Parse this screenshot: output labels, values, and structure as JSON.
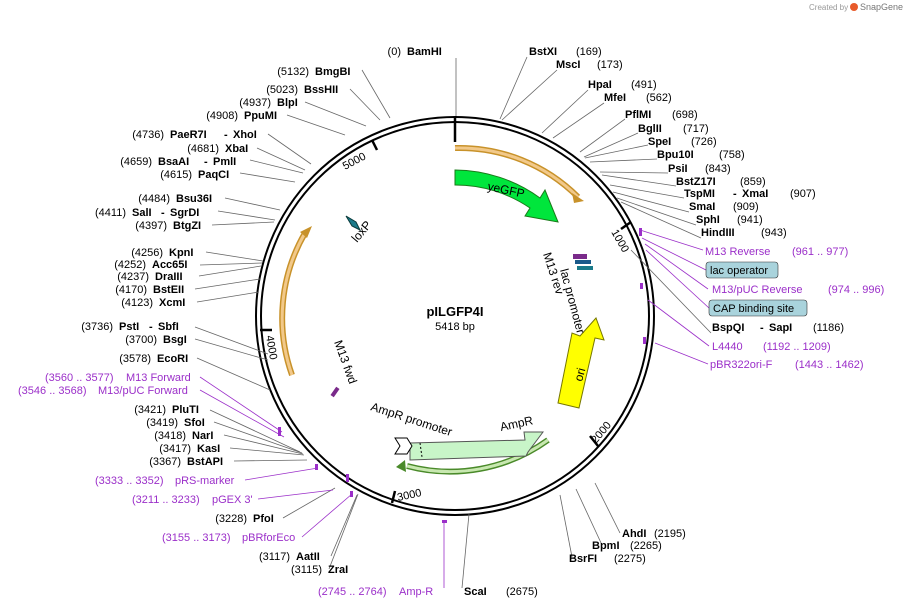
{
  "header": {
    "created_by": "Created by",
    "brand": "SnapGene"
  },
  "plasmid": {
    "name": "pILGFP4I",
    "size": "5418 bp"
  },
  "ticks": [
    "1000",
    "2000",
    "3000",
    "4000",
    "5000"
  ],
  "inner_features": [
    "yeGFP",
    "loxP",
    "M13 rev",
    "lac promoter",
    "ori",
    "M13 fwd",
    "AmpR",
    "AmpR promoter"
  ],
  "sites_right": [
    {
      "name": "BstXI",
      "pos": "(169)"
    },
    {
      "name": "MscI",
      "pos": "(173)"
    },
    {
      "name": "HpaI",
      "pos": "(491)"
    },
    {
      "name": "MfeI",
      "pos": "(562)"
    },
    {
      "name": "PflMI",
      "pos": "(698)"
    },
    {
      "name": "BglII",
      "pos": "(717)"
    },
    {
      "name": "SpeI",
      "pos": "(726)"
    },
    {
      "name": "Bpu10I",
      "pos": "(758)"
    },
    {
      "name": "PsiI",
      "pos": "(843)"
    },
    {
      "name": "BstZ17I",
      "pos": "(859)"
    },
    {
      "name": "TspMI",
      "name2": "XmaI",
      "pos": "(907)"
    },
    {
      "name": "SmaI",
      "pos": "(909)"
    },
    {
      "name": "SphI",
      "pos": "(941)"
    },
    {
      "name": "HindIII",
      "pos": "(943)"
    },
    {
      "name": "BspQI",
      "name2": "SapI",
      "pos": "(1186)"
    },
    {
      "name": "AhdI",
      "pos": "(2195)"
    },
    {
      "name": "BpmI",
      "pos": "(2265)"
    },
    {
      "name": "BsrFI",
      "pos": "(2275)"
    },
    {
      "name": "ScaI",
      "pos": "(2675)"
    }
  ],
  "sites_left": [
    {
      "name": "BamHI",
      "pos": "(0)"
    },
    {
      "name": "BmgBI",
      "pos": "(5132)"
    },
    {
      "name": "BssHII",
      "pos": "(5023)"
    },
    {
      "name": "BlpI",
      "pos": "(4937)"
    },
    {
      "name": "PpuMI",
      "pos": "(4908)"
    },
    {
      "name": "PaeR7I",
      "name2": "XhoI",
      "pos": "(4736)"
    },
    {
      "name": "XbaI",
      "pos": "(4681)"
    },
    {
      "name": "BsaAI",
      "name2": "PmlI",
      "pos": "(4659)"
    },
    {
      "name": "PaqCI",
      "pos": "(4615)"
    },
    {
      "name": "Bsu36I",
      "pos": "(4484)"
    },
    {
      "name": "SalI",
      "name2": "SgrDI",
      "pos": "(4411)"
    },
    {
      "name": "BtgZI",
      "pos": "(4397)"
    },
    {
      "name": "KpnI",
      "pos": "(4256)"
    },
    {
      "name": "Acc65I",
      "pos": "(4252)"
    },
    {
      "name": "DraIII",
      "pos": "(4237)"
    },
    {
      "name": "BstEII",
      "pos": "(4170)"
    },
    {
      "name": "XcmI",
      "pos": "(4123)"
    },
    {
      "name": "PstI",
      "name2": "SbfI",
      "pos": "(3736)"
    },
    {
      "name": "BsgI",
      "pos": "(3700)"
    },
    {
      "name": "EcoRI",
      "pos": "(3578)"
    },
    {
      "name": "PluTI",
      "pos": "(3421)"
    },
    {
      "name": "SfoI",
      "pos": "(3419)"
    },
    {
      "name": "NarI",
      "pos": "(3418)"
    },
    {
      "name": "KasI",
      "pos": "(3417)"
    },
    {
      "name": "BstAPI",
      "pos": "(3367)"
    },
    {
      "name": "PfoI",
      "pos": "(3228)"
    },
    {
      "name": "AatII",
      "pos": "(3117)"
    },
    {
      "name": "ZraI",
      "pos": "(3115)"
    }
  ],
  "features_right": [
    {
      "name": "M13 Reverse",
      "range": "(961 .. 977)"
    },
    {
      "name": "lac operator"
    },
    {
      "name": "M13/pUC Reverse",
      "range": "(974 .. 996)"
    },
    {
      "name": "CAP binding site"
    },
    {
      "name": "L4440",
      "range": "(1192 .. 1209)"
    },
    {
      "name": "pBR322ori-F",
      "range": "(1443 .. 1462)"
    }
  ],
  "features_left": [
    {
      "name": "M13 Forward",
      "range": "(3560 .. 3577)"
    },
    {
      "name": "M13/pUC Forward",
      "range": "(3546 .. 3568)"
    },
    {
      "name": "pRS-marker",
      "range": "(3333 .. 3352)"
    },
    {
      "name": "pGEX 3'",
      "range": "(3211 .. 3233)"
    },
    {
      "name": "pBRforEco",
      "range": "(3155 .. 3173)"
    },
    {
      "name": "Amp-R",
      "range": "(2745 .. 2764)"
    }
  ],
  "colors": {
    "gfp": "#00e63c",
    "ori": "#ffff00",
    "ampr": "#c8f5c8",
    "orf_orange": "#e8a848",
    "primer": "#9b2fc9",
    "box": "#a9d3dc"
  }
}
